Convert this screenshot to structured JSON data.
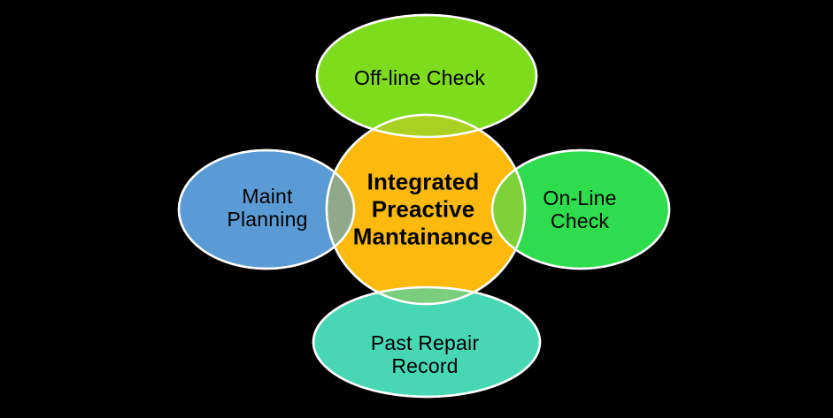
{
  "page": {
    "background": "#000000"
  },
  "diagram": {
    "type": "venn-diagram",
    "stroke": "#FFFFFF",
    "text_color": "#000000",
    "center": {
      "label": "Integrated Preactive Mantainance",
      "lines": [
        "Integrated",
        "Preactive",
        "Mantainance"
      ],
      "fill": "#FDBA0D"
    },
    "nodes": [
      {
        "id": "top",
        "label": "Off-line Check",
        "lines": [
          "Off-line Check"
        ],
        "fill": "#7EDB1E",
        "overlap_fill": "#A9D121"
      },
      {
        "id": "left",
        "label": "Maint Planning",
        "lines": [
          "Maint",
          "Planning"
        ],
        "fill": "#5B9BD5",
        "overlap_fill": "#8FA98A"
      },
      {
        "id": "right",
        "label": "On-Line Check",
        "lines": [
          "On-Line",
          "Check"
        ],
        "fill": "#2EDC4E",
        "overlap_fill": "#7DD23A"
      },
      {
        "id": "bottom",
        "label": "Past Repair Record",
        "lines": [
          "Past Repair",
          "Record"
        ],
        "fill": "#47D7B2",
        "overlap_fill": "#7CCE7F"
      }
    ]
  }
}
